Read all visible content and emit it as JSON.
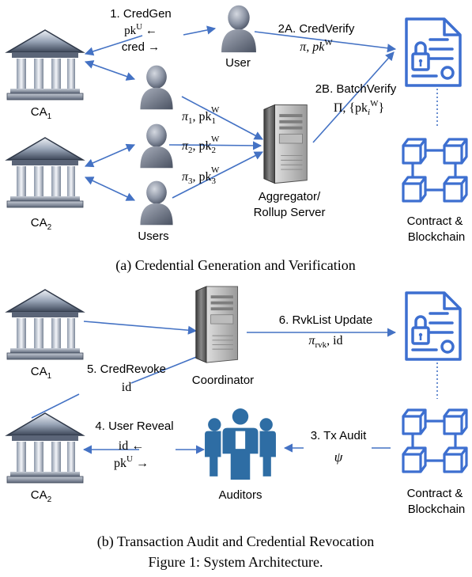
{
  "panel_a": {
    "step1_label": "1. CredGen",
    "step1_pk": "pk",
    "step1_pk_sup": "U",
    "step1_pk_arrow": " ←",
    "step1_cred": "cred →",
    "user_label": "User",
    "step2a_label": "2A. CredVerify",
    "step2a_vars": "π, pk",
    "step2a_sup": "W",
    "step2b_label": "2B. BatchVerify",
    "step2b_vars": "Π, {pk",
    "step2b_sub": "i",
    "step2b_sup": "W",
    "step2b_close": "}",
    "ca1_label": "CA",
    "ca1_sub": "1",
    "ca2_label": "CA",
    "ca2_sub": "2",
    "pi1": "π",
    "pi1_sub": "1",
    "pk1_text": ", pk",
    "pk1_sub": "1",
    "pk1_sup": "W",
    "pi2": "π",
    "pi2_sub": "2",
    "pk2_text": ", pk",
    "pk2_sub": "2",
    "pk2_sup": "W",
    "pi3": "π",
    "pi3_sub": "3",
    "pk3_text": ", pk",
    "pk3_sub": "3",
    "pk3_sup": "W",
    "users_label": "Users",
    "aggregator_line1": "Aggregator/",
    "aggregator_line2": "Rollup Server",
    "contract_line1": "Contract &",
    "contract_line2": "Blockchain",
    "caption": "(a) Credential Generation and Verification"
  },
  "panel_b": {
    "ca1_label": "CA",
    "ca1_sub": "1",
    "ca2_label": "CA",
    "ca2_sub": "2",
    "coordinator_label": "Coordinator",
    "step6_label": "6. RvkList Update",
    "step6_pi": "π",
    "step6_pi_sub": "rvk",
    "step6_id": ", id",
    "step5_label": "5. CredRevoke",
    "step5_id": "id",
    "step4_label": "4. User Reveal",
    "step4_id": "id ←",
    "step4_pk": "pk",
    "step4_pk_sup": "U",
    "step4_pk_arrow": " →",
    "step3_label": "3. Tx Audit",
    "step3_psi": "ψ",
    "auditors_label": "Auditors",
    "contract_line1": "Contract &",
    "contract_line2": "Blockchain",
    "caption": "(b) Transaction Audit and Credential Revocation"
  },
  "figure_caption": "Figure 1: System Architecture.",
  "colors": {
    "arrow": "#4472c4",
    "icon_blue": "#3d6fd0",
    "auditor_blue": "#2e6da4",
    "text": "#000000"
  }
}
